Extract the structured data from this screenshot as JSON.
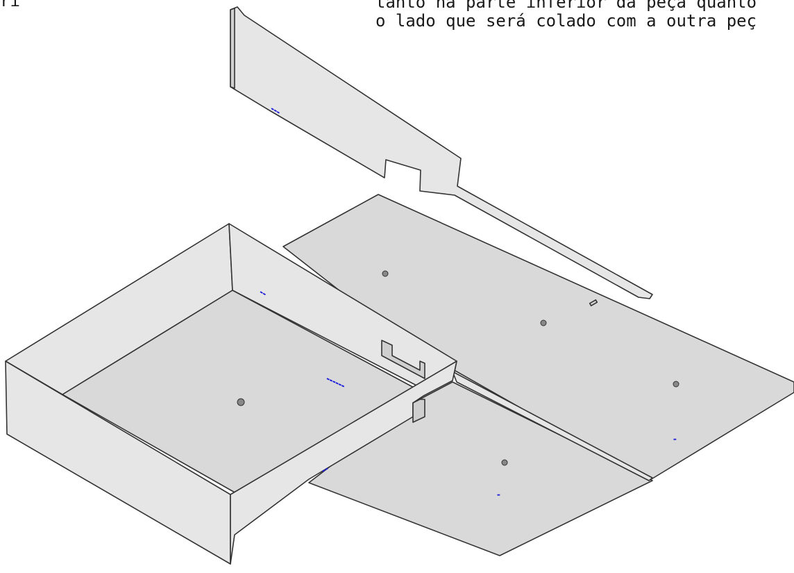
{
  "caption": {
    "left_fragment": "rí",
    "line1": "tanto na parte inferior da peça quanto",
    "line2": "o lado que será colado com a outra peç"
  },
  "colors": {
    "face": "#d9d9d9",
    "edge": "#333333",
    "mark": "#1a1adb"
  }
}
